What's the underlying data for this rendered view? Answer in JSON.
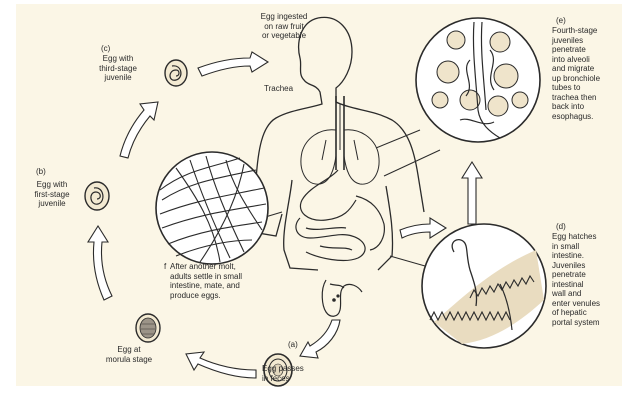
{
  "labels": {
    "ingested": "Egg ingested\non raw fruit\nor vegetable",
    "trachea": "Trachea",
    "stage_c_letter": "(c)",
    "stage_c": "Egg with\nthird-stage\njuvenile",
    "stage_b_letter": "(b)",
    "stage_b": "Egg with\nfirst-stage\njuvenile",
    "stage_a": "Egg at\nmorula stage",
    "stage_g_letter": "(a)",
    "stage_g": "Egg passes\nin feces",
    "stage_e_letter": "(e)",
    "stage_e": "Fourth-stage\njuveniles\npenetrate\ninto alveoli\nand migrate\nup bronchiole\ntubes to\ntrachea then\nback into\nesophagus.",
    "stage_d_letter": "(d)",
    "stage_d": "Egg hatches\nin small\nintestine.\nJuveniles\npenetrate\nintestinal\nwall and\nenter venules\nof hepatic\nportal system",
    "stage_f_letter": "f",
    "stage_f": "After another molt,\nadults settle in small\nintestine, mate, and\nproduce eggs."
  },
  "colors": {
    "background": "#fbf6e6",
    "line": "#2b2b2b",
    "arrow_fill": "#ffffff",
    "tissue": "#e9dcc0"
  }
}
